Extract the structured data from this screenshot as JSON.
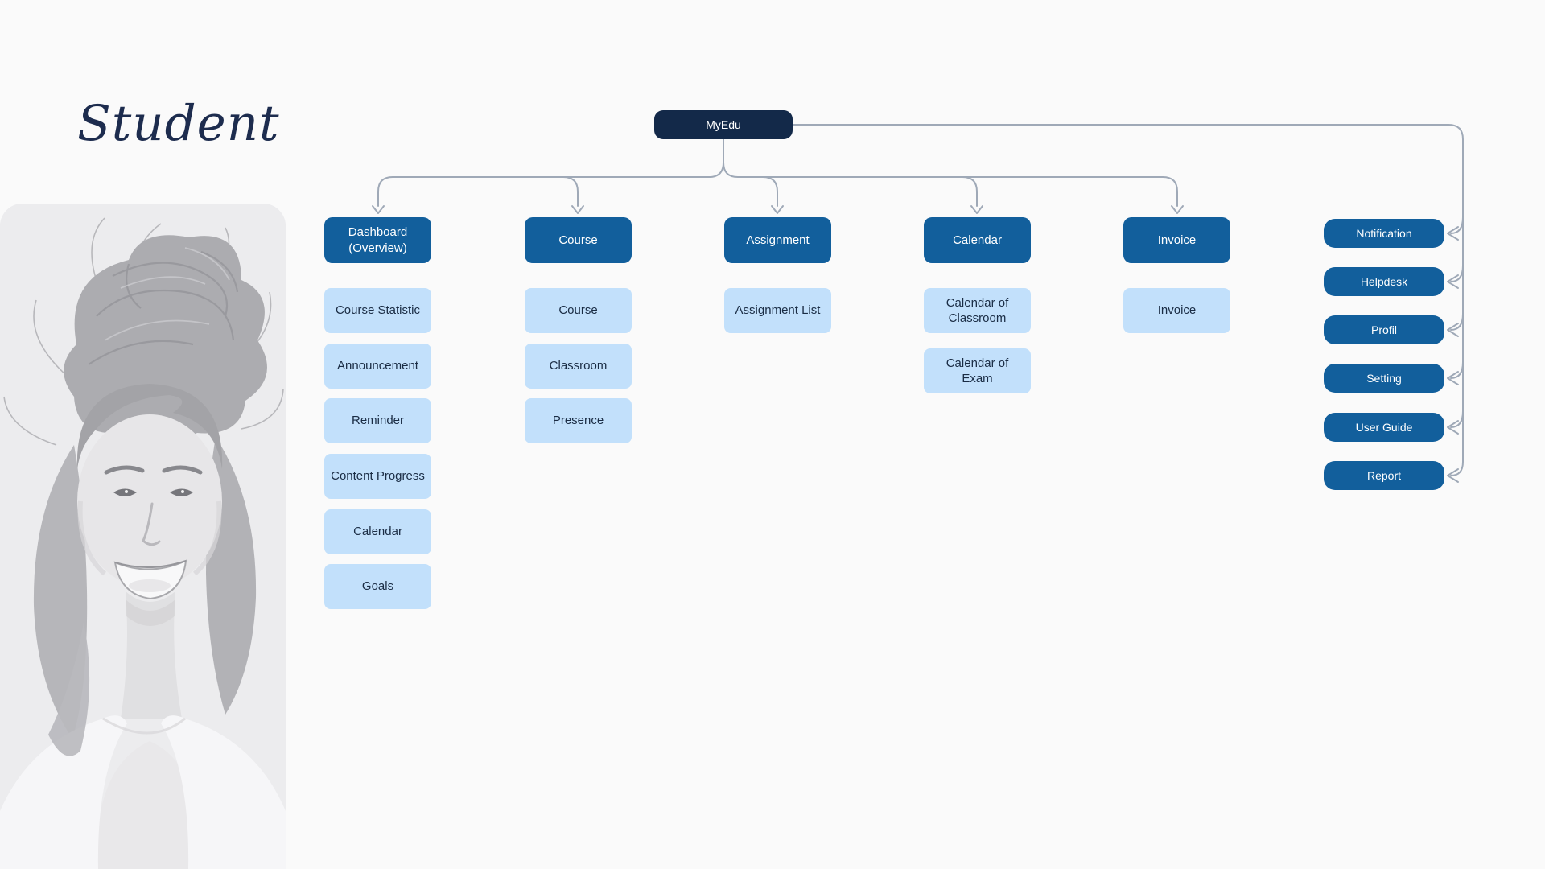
{
  "title": "Student",
  "diagram": {
    "root": {
      "label": "MyEdu"
    },
    "branches": [
      {
        "label": "Dashboard (Overview)",
        "children": [
          "Course Statistic",
          "Announcement",
          "Reminder",
          "Content Progress",
          "Calendar",
          "Goals"
        ]
      },
      {
        "label": "Course",
        "children": [
          "Course",
          "Classroom",
          "Presence"
        ]
      },
      {
        "label": "Assignment",
        "children": [
          "Assignment List"
        ]
      },
      {
        "label": "Calendar",
        "children": [
          "Calendar of Classroom",
          "Calendar of Exam"
        ]
      },
      {
        "label": "Invoice",
        "children": [
          "Invoice"
        ]
      }
    ],
    "side_nodes": [
      "Notification",
      "Helpdesk",
      "Profil",
      "Setting",
      "User Guide",
      "Report"
    ]
  },
  "colors": {
    "background": "#fafafa",
    "root_node": "#132949",
    "primary_node": "#125f9c",
    "child_node": "#c2e0fb",
    "child_text": "#1a2c44",
    "node_text": "#ffffff",
    "connector": "#9fa9b7",
    "title_text": "#1d2c4e",
    "photo_background": "#ececee"
  }
}
